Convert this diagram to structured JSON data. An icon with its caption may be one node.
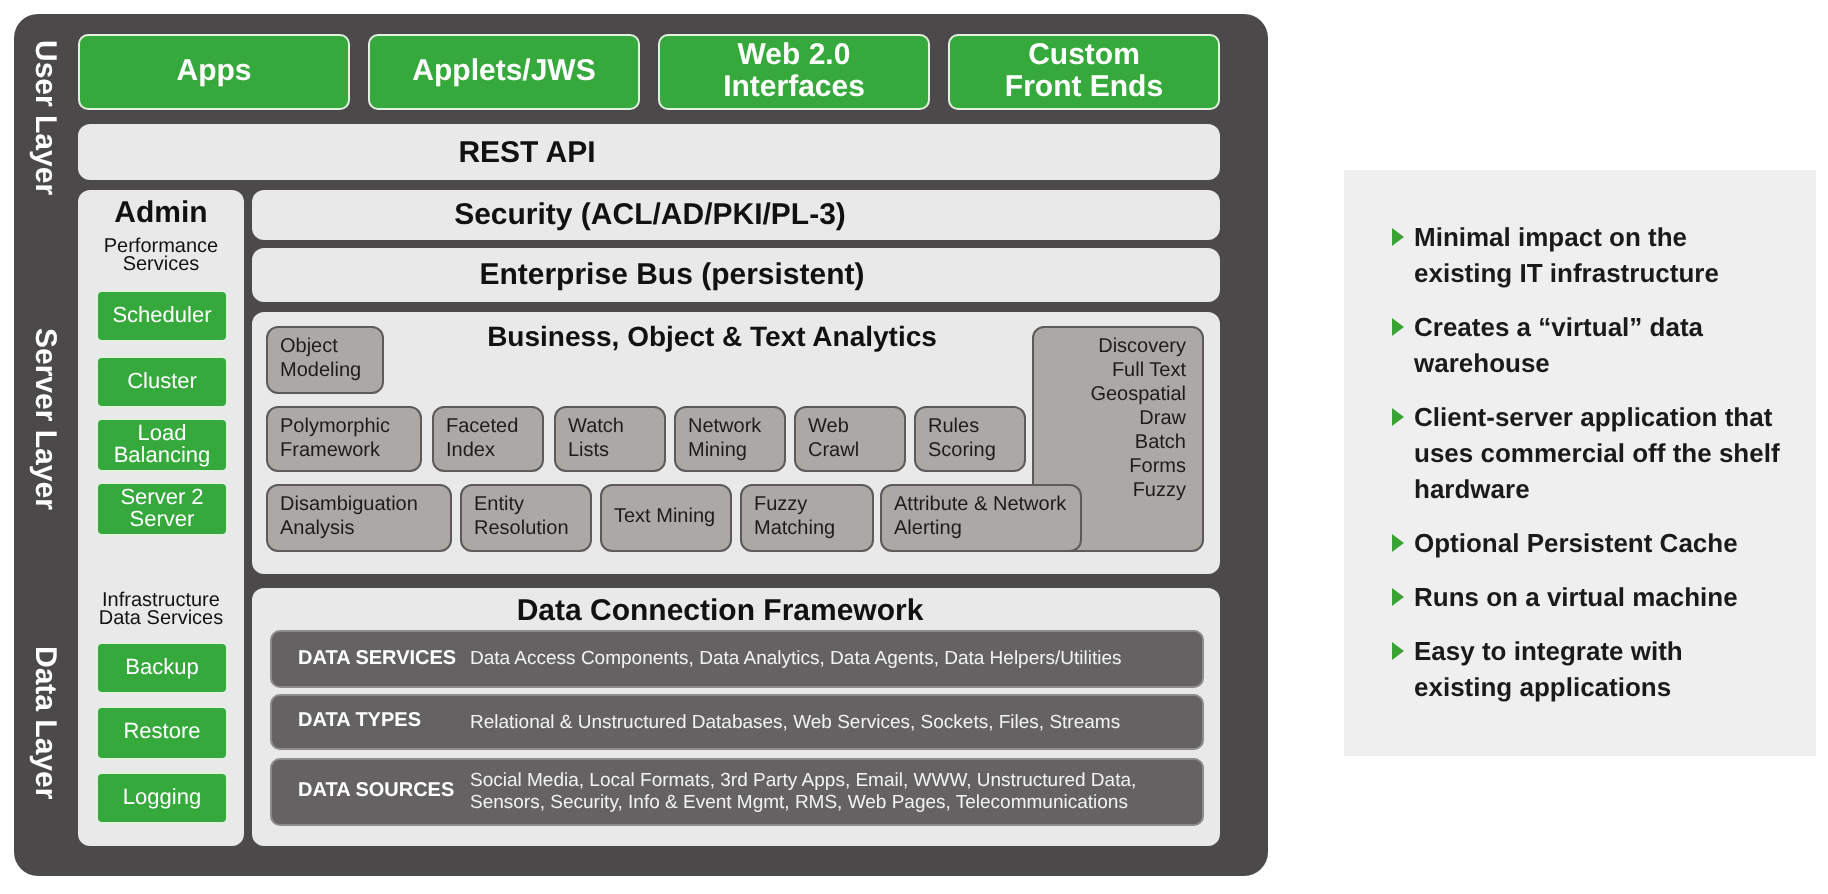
{
  "diagram": {
    "nodes": [
      {
        "text": [
          "User Layer",
          "Server Layer",
          "Data Layer"
        ]
      },
      {
        "text": [
          "Apps"
        ],
        "in": 0
      },
      {
        "text": [
          "Applets/JWS"
        ],
        "in": 0
      },
      {
        "text": [
          "Web 2.0 Interfaces"
        ],
        "in": 0
      },
      {
        "text": [
          "Custom Front Ends"
        ],
        "in": 0
      },
      {
        "text": [
          "REST API"
        ],
        "in": 0
      },
      {
        "text": [
          "Admin",
          "Performance Services",
          "Infrastructure Data Services"
        ],
        "in": 0
      },
      {
        "text": [
          "Scheduler"
        ],
        "in": 6
      },
      {
        "text": [
          "Cluster"
        ],
        "in": 6
      },
      {
        "text": [
          "Load Balancing"
        ],
        "in": 6
      },
      {
        "text": [
          "Server 2 Server"
        ],
        "in": 6
      },
      {
        "text": [
          "Backup"
        ],
        "in": 6
      },
      {
        "text": [
          "Restore"
        ],
        "in": 6
      },
      {
        "text": [
          "Logging"
        ],
        "in": 6
      },
      {
        "text": [
          "Security (ACL/AD/PKI/PL-3)"
        ],
        "in": 0
      },
      {
        "text": [
          "Enterprise Bus (persistent)"
        ],
        "in": 0
      },
      {
        "text": [
          "Business, Object & Text Analytics"
        ],
        "in": 0
      },
      {
        "text": [
          "Object Modeling"
        ],
        "in": 16
      },
      {
        "text": [
          "Polymorphic Framework"
        ],
        "in": 16
      },
      {
        "text": [
          "Faceted Index"
        ],
        "in": 16
      },
      {
        "text": [
          "Watch Lists"
        ],
        "in": 16
      },
      {
        "text": [
          "Network Mining"
        ],
        "in": 16
      },
      {
        "text": [
          "Web Crawl"
        ],
        "in": 16
      },
      {
        "text": [
          "Rules Scoring"
        ],
        "in": 16
      },
      {
        "text": [
          "Disambiguation Analysis"
        ],
        "in": 16
      },
      {
        "text": [
          "Entity Resolution"
        ],
        "in": 16
      },
      {
        "text": [
          "Text Mining"
        ],
        "in": 16
      },
      {
        "text": [
          "Fuzzy Matching"
        ],
        "in": 16
      },
      {
        "text": [
          "Attribute & Network Alerting"
        ],
        "in": 16
      },
      {
        "text": [
          "Discovery",
          "Full Text",
          "Geospatial",
          "Draw",
          "Batch",
          "Forms",
          "Fuzzy"
        ],
        "in": 16
      },
      {
        "text": [
          "Data Connection Framework"
        ],
        "in": 0
      },
      {
        "text": [
          "DATA SERVICES",
          "Data Access Components, Data Analytics, Data Agents, Data Helpers/Utilities"
        ],
        "in": 30
      },
      {
        "text": [
          "DATA TYPES",
          "Relational & Unstructured Databases, Web Services, Sockets, Files, Streams"
        ],
        "in": 30
      },
      {
        "text": [
          "DATA SOURCES",
          "Social Media, Local Formats, 3rd Party Apps, Email, WWW, Unstructured Data, Sensors, Security, Info & Event Mgmt, RMS, Web Pages, Telecommunications"
        ],
        "in": 30
      },
      {
        "text": [
          "Minimal impact on the existing IT infrastructure",
          "Creates a “virtual” data warehouse",
          "Client-server application that uses commercial off the shelf hardware",
          "Optional Persistent Cache",
          "Runs on a virtual machine",
          "Easy to integrate with existing applications"
        ]
      }
    ]
  }
}
